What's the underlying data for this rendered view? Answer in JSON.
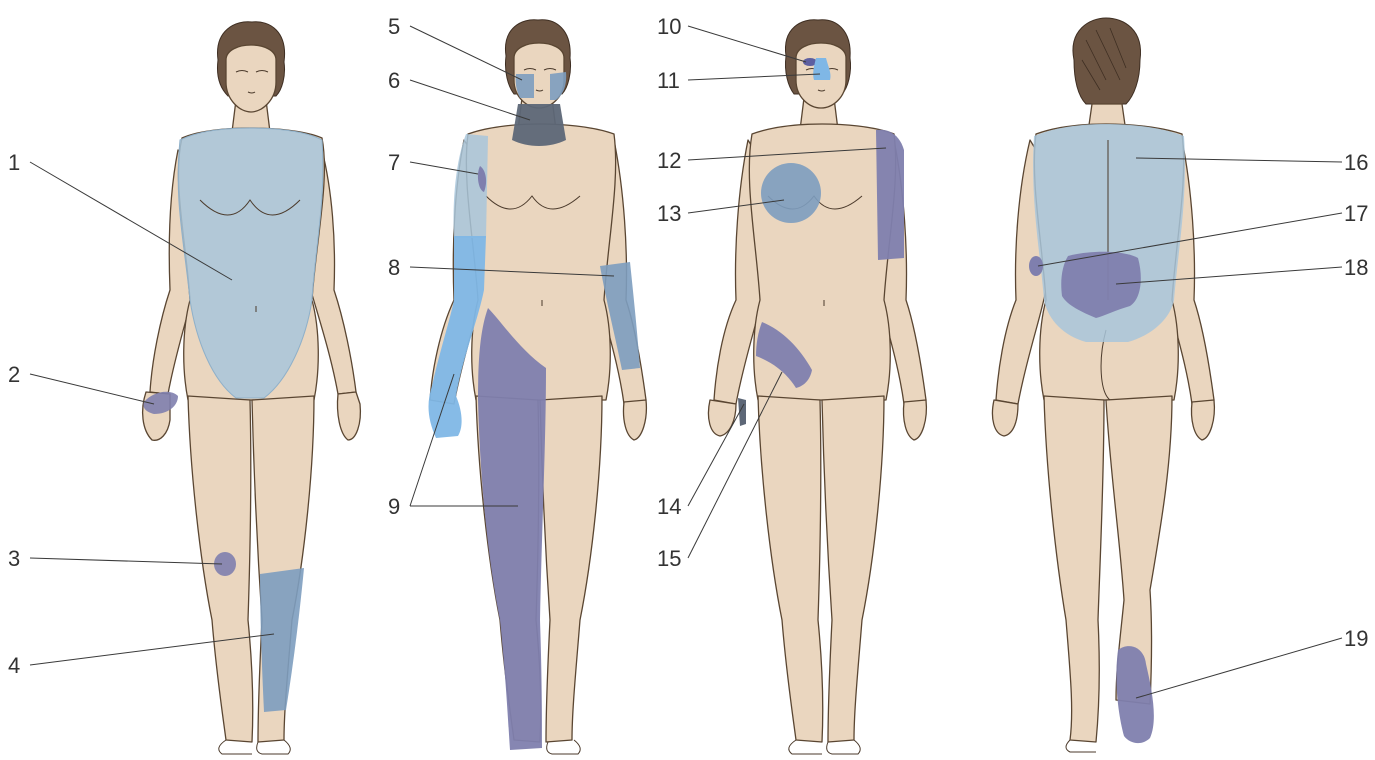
{
  "figure": {
    "labels": {
      "l1": "1",
      "l2": "2",
      "l3": "3",
      "l4": "4",
      "l5": "5",
      "l6": "6",
      "l7": "7",
      "l8": "8",
      "l9": "9",
      "l10": "10",
      "l11": "11",
      "l12": "12",
      "l13": "13",
      "l14": "14",
      "l15": "15",
      "l16": "16",
      "l17": "17",
      "l18": "18",
      "l19": "19"
    },
    "colors": {
      "light_blue": "#a8c6da",
      "sky_blue": "#7fb7e6",
      "steel_blue": "#7d9dbf",
      "slate_purple": "#7f7fae",
      "dark_slate": "#5d6777",
      "skin": "#ead6bf"
    }
  }
}
